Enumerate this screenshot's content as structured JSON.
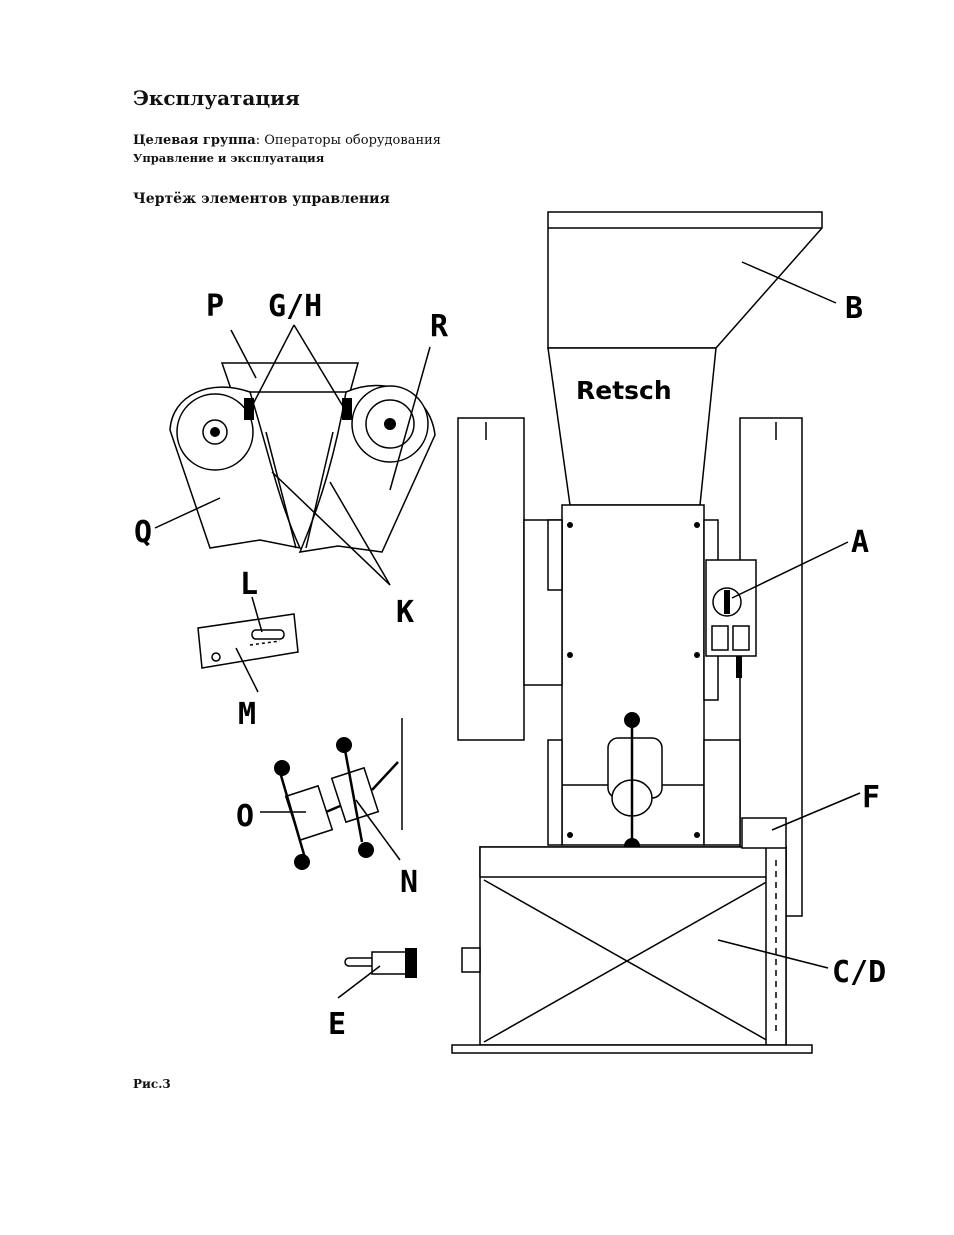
{
  "page": {
    "heading": "Эксплуатация",
    "target_group_label": "Целевая группа",
    "target_group_value": ": Операторы оборудования",
    "subheading": "Управление и эксплуатация",
    "section_title": "Чертёж элементов управления",
    "figure_caption": "Рис.3"
  },
  "drawing": {
    "brand_logo": "Retsch",
    "labels": {
      "A": "A",
      "B": "B",
      "CD": "C/D",
      "E": "E",
      "F": "F",
      "GH": "G/H",
      "K": "K",
      "L": "L",
      "M": "M",
      "N": "N",
      "O": "O",
      "P": "P",
      "Q": "Q",
      "R": "R"
    }
  }
}
